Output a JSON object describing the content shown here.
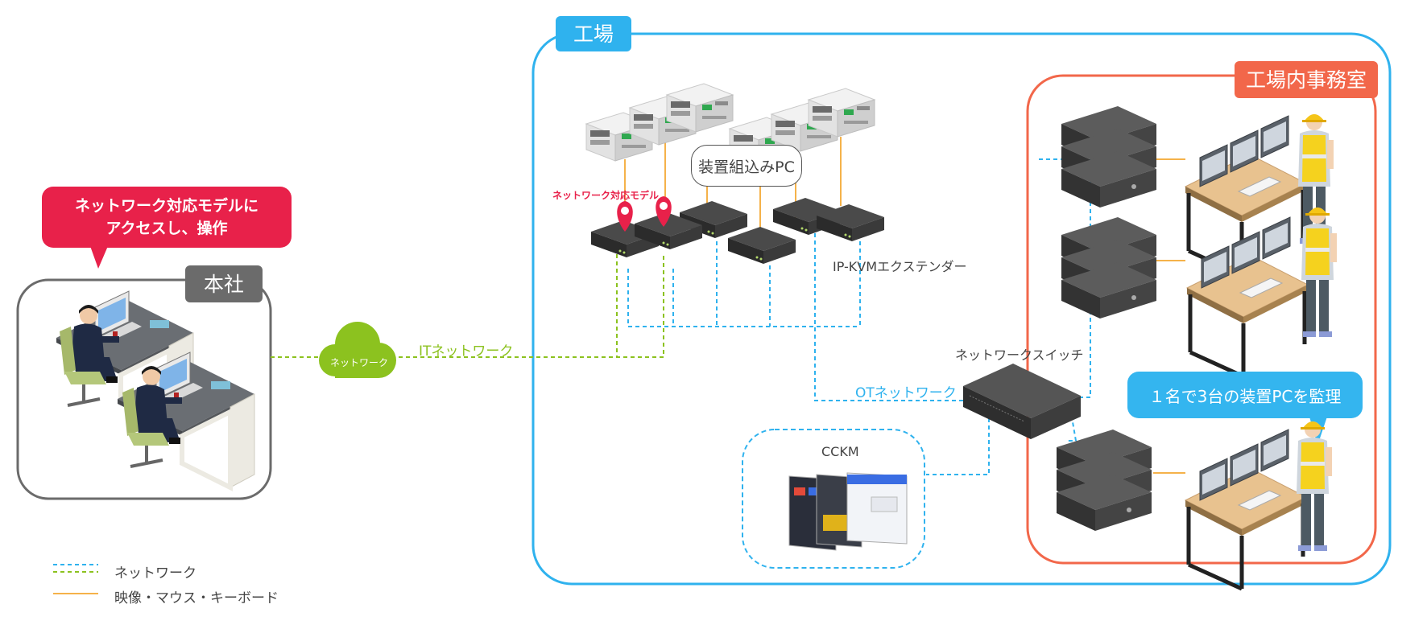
{
  "labels": {
    "factory": "工場",
    "office": "工場内事務室",
    "hq": "本社",
    "bubble_left_line1": "ネットワーク対応モデルに",
    "bubble_left_line2": "アクセスし、操作",
    "bubble_right": "１名で3台の装置PCを監理",
    "embedded_pc": "装置組込みPC",
    "network_model": "ネットワーク対応モデル",
    "kvm_extender": "IP-KVMエクステンダー",
    "it_network": "ITネットワーク",
    "ot_network": "OTネットワーク",
    "network_switch": "ネットワークスイッチ",
    "cckm": "CCKM",
    "cloud": "ネットワーク"
  },
  "legend": {
    "network": "ネットワーク",
    "av": "映像・マウス・キーボード"
  },
  "colors": {
    "factory": "#2fb2ee",
    "office": "#f2674a",
    "hq": "#6b6b6b",
    "alert": "#e8214a",
    "it_line": "#8cc21f",
    "ot_line": "#2fb2ee",
    "av_line": "#f5b24a"
  }
}
